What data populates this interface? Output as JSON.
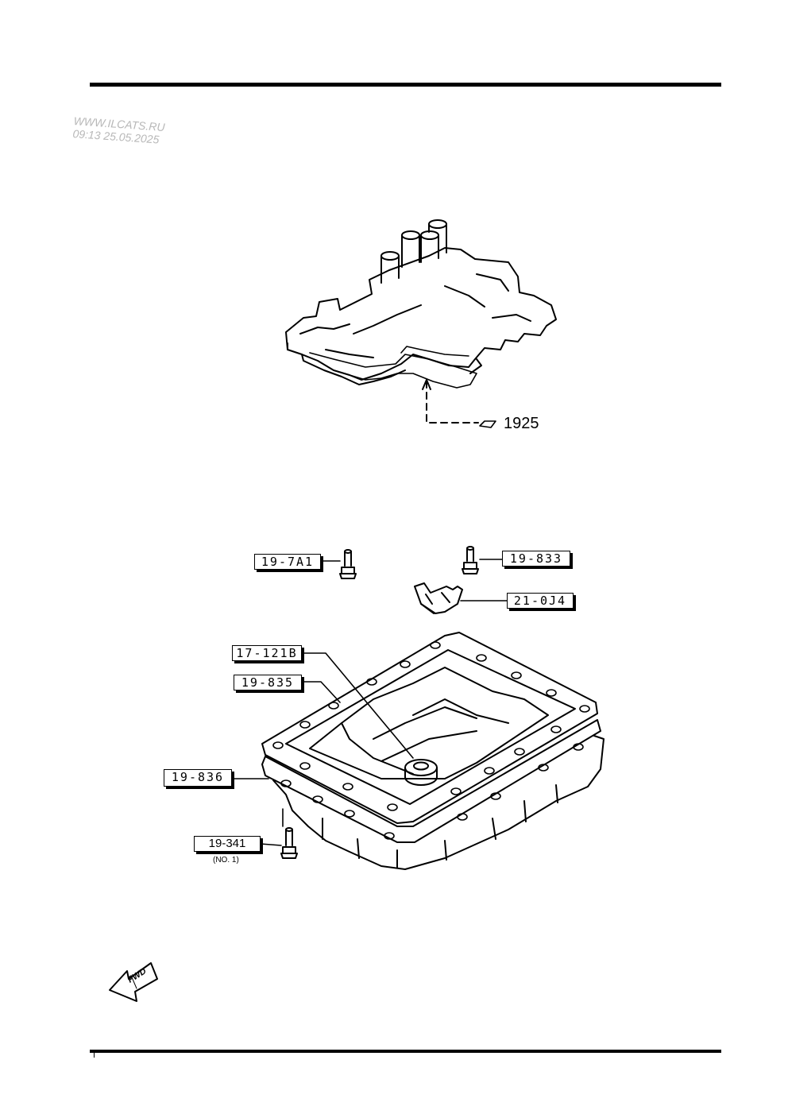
{
  "watermark": {
    "site": "WWW.ILCATS.RU",
    "timestamp": "09:13 25.05.2025"
  },
  "callouts": {
    "valve_body_ref": "1925",
    "bolt_top_left": "19-7A1",
    "bolt_top_right": "19-833",
    "clip": "21-0J4",
    "oil_pan_magnet": "17-121B",
    "gasket": "19-835",
    "oil_pan": "19-836",
    "drain_bolt": "19-341",
    "drain_bolt_note": "(NO. 1)"
  },
  "fwd_arrow": {
    "label": "FWD",
    "icon": "forward-direction-arrow-icon"
  }
}
